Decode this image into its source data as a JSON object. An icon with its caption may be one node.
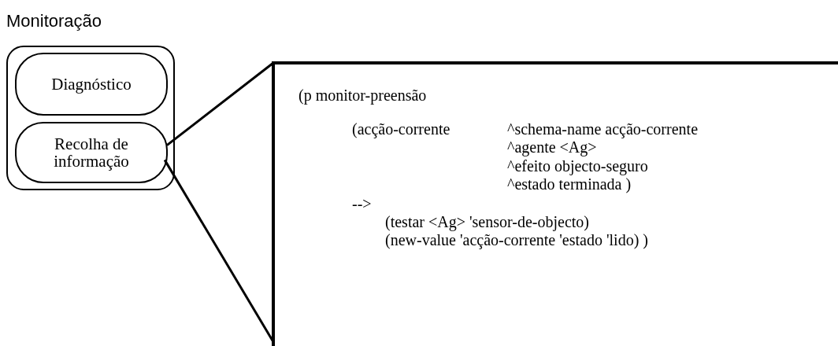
{
  "diagram": {
    "nodes": [
      {
        "text": [
          "Monitoração"
        ]
      },
      {
        "text": [
          "Diagnóstico"
        ],
        "in": 0
      },
      {
        "text": [
          "Recolha de informação"
        ],
        "in": 0
      },
      {
        "text": [
          "(p monitor-preensão",
          "(acção-corrente",
          "^schema-name acção-corrente",
          "^agente <Ag>",
          "^efeito objecto-seguro",
          "^estado terminada )",
          "-->",
          "(testar <Ag> 'sensor-de-objecto)",
          "(new-value 'acção-corrente 'estado 'lido) )"
        ]
      }
    ],
    "edges": [
      {
        "from": 2,
        "to": 3,
        "arrow": "none"
      },
      {
        "from": 2,
        "to": 3,
        "arrow": "none"
      }
    ]
  }
}
